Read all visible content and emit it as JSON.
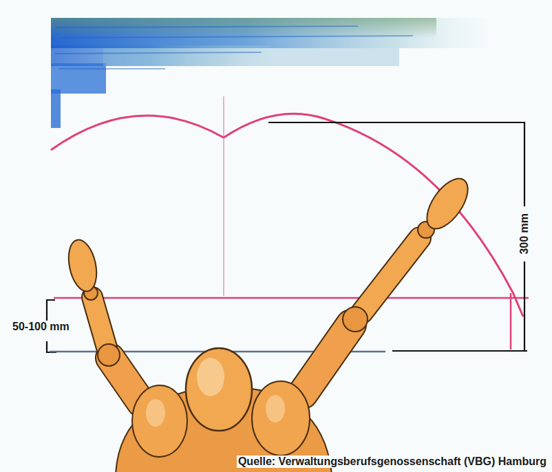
{
  "diagram": {
    "caption": "Quelle: Verwaltungsberufsgenossenschaft (VBG) Hamburg",
    "labels": [
      "50-100 mm",
      "300 mm"
    ]
  }
}
